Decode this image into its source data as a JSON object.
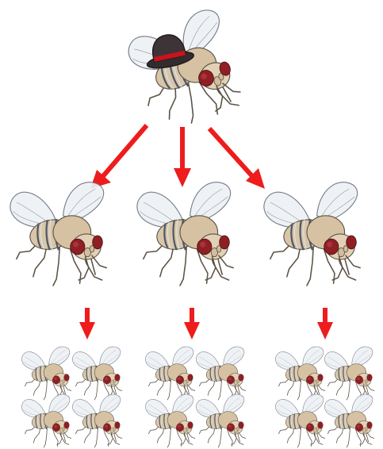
{
  "diagram": {
    "generations": [
      {
        "level": 1,
        "fly_count": 1,
        "accessory": "bowler-hat"
      },
      {
        "level": 2,
        "fly_count": 3
      },
      {
        "level": 3,
        "fly_count": 12
      }
    ],
    "arrow_color": "#ee1c1c",
    "eye_color": "#8f1f24",
    "body_color": "#d9c6a9"
  }
}
